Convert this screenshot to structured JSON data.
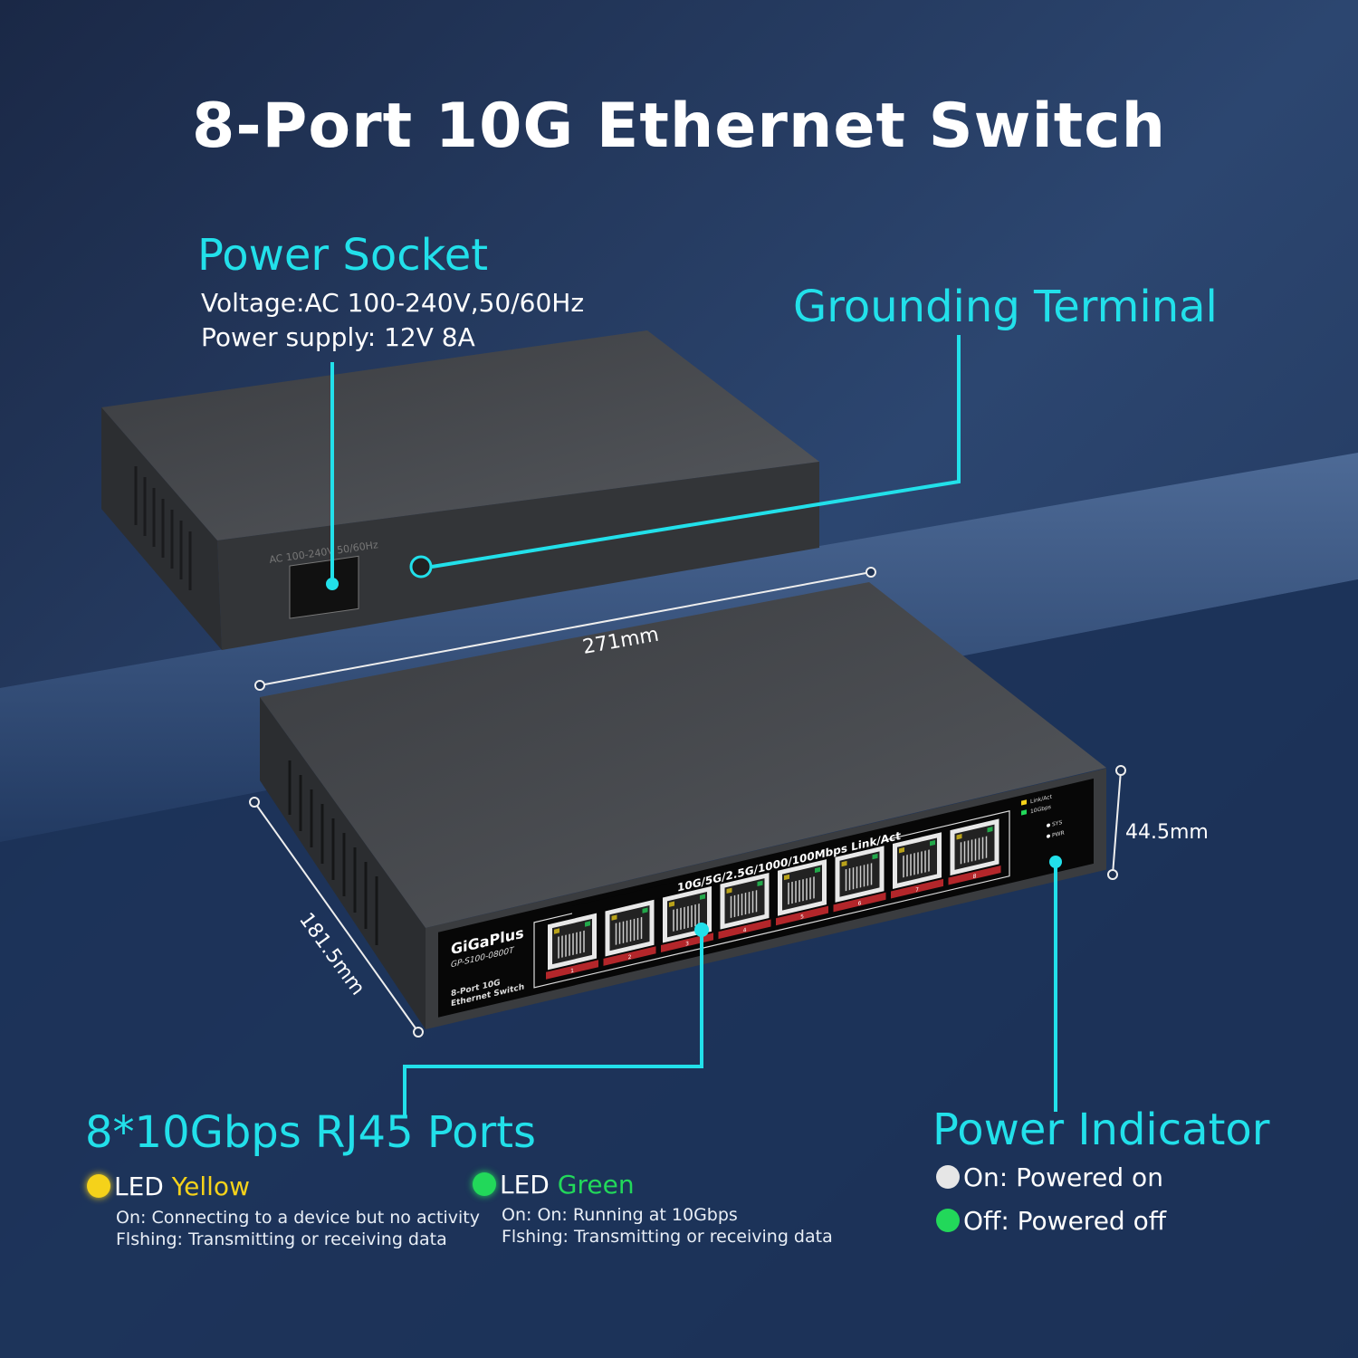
{
  "title": "8-Port 10G Ethernet Switch",
  "power_socket": {
    "heading": "Power Socket",
    "voltage": "Voltage:AC 100-240V,50/60Hz",
    "supply": "Power supply: 12V 8A",
    "panel_label": "AC 100-240V 50/60Hz"
  },
  "grounding": {
    "heading": "Grounding Terminal"
  },
  "dimensions": {
    "length": "271mm",
    "depth": "181.5mm",
    "height": "44.5mm"
  },
  "front_panel": {
    "brand": "GiGaPlus",
    "model": "GP-S100-0800T",
    "product": [
      "8-Port 10G",
      "Ethernet Switch"
    ],
    "speed_label": "10G/5G/2.5G/1000/100Mbps Link/Act",
    "legend": [
      "Link/Act",
      "10Gbps"
    ],
    "status": [
      "SYS",
      "PWR"
    ],
    "ports": [
      "1",
      "2",
      "3",
      "4",
      "5",
      "6",
      "7",
      "8"
    ]
  },
  "ports_section": {
    "heading": "8*10Gbps RJ45 Ports",
    "yellow": {
      "prefix": "LED",
      "color_word": "Yellow",
      "on": "On: Connecting to a device but no activity",
      "flash": "Flshing: Transmitting or receiving data"
    },
    "green": {
      "prefix": "LED",
      "color_word": "Green",
      "on": "On: On: Running at 10Gbps",
      "flash": "Flshing: Transmitting or receiving data"
    }
  },
  "power_indicator": {
    "heading": "Power Indicator",
    "on": "On: Powered on",
    "off": "Off: Powered off"
  },
  "colors": {
    "accent": "#22e0ea",
    "yellow": "#f5d21a",
    "green": "#22d85a",
    "white_led": "#e6e6e6",
    "port_strip": "#b3262a"
  }
}
